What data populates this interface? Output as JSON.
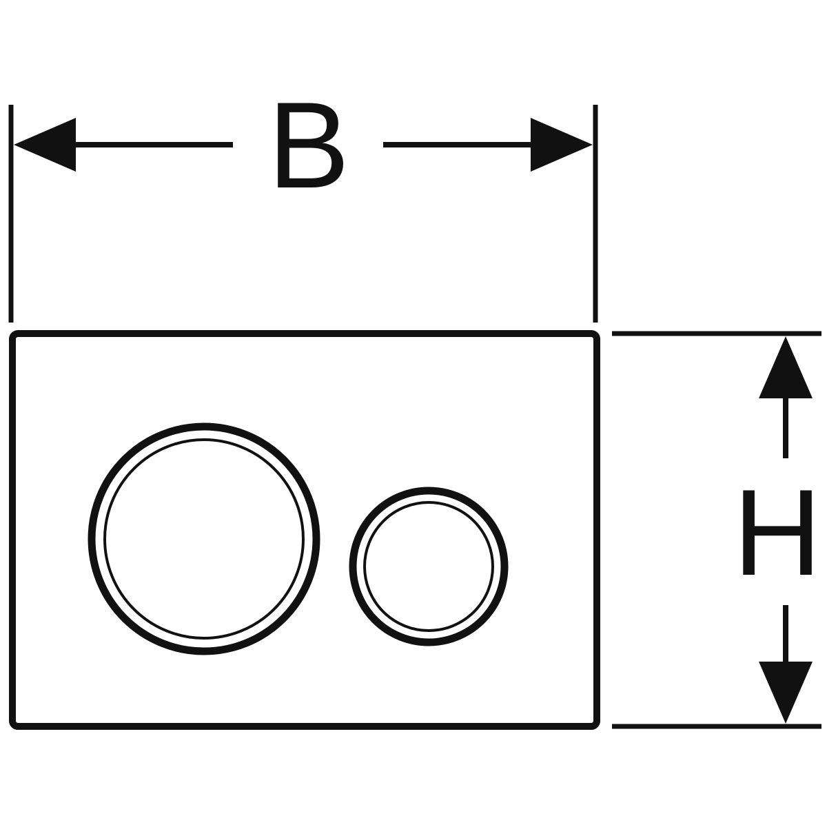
{
  "diagram": {
    "description": "Technical dimension drawing of a rectangular flush plate with two round buttons",
    "line_color": "#111111",
    "plate_fill": "#ffffff",
    "labels": {
      "width": "B",
      "height": "H"
    }
  }
}
